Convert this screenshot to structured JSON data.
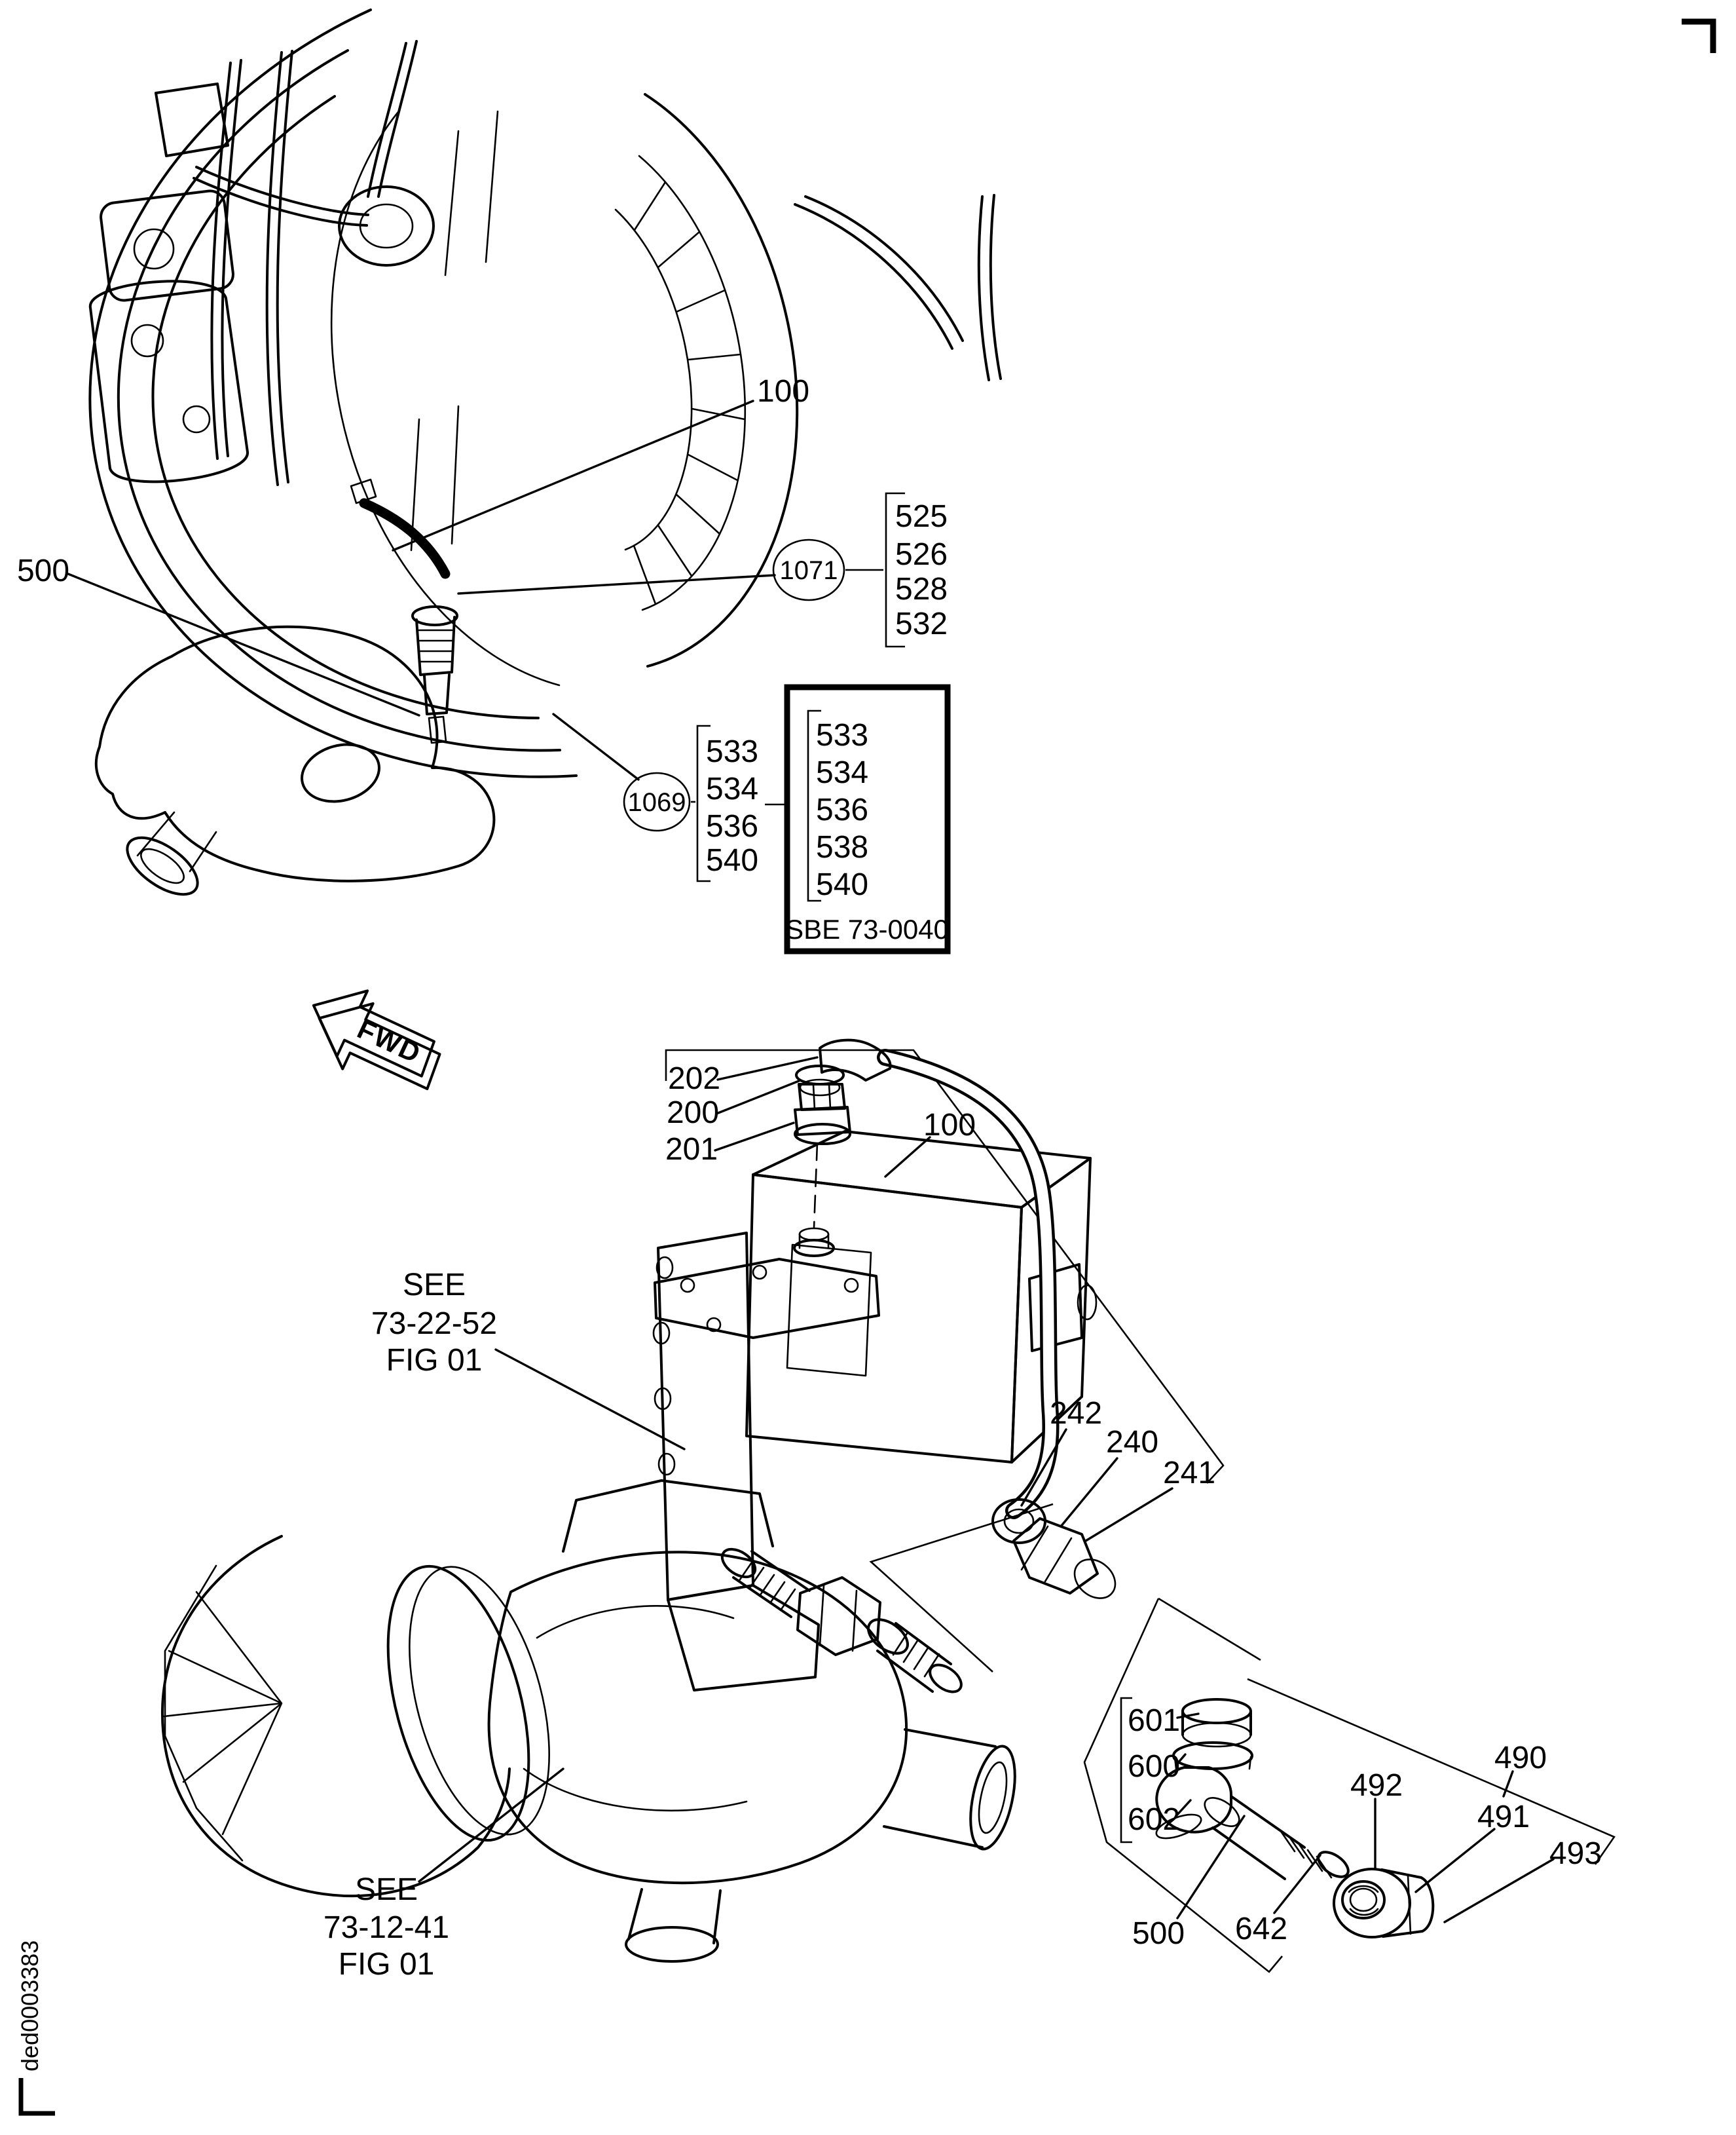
{
  "meta": {
    "doc_id": "ded0003383"
  },
  "fwd": {
    "label": "FWD"
  },
  "top_figure": {
    "callout_100": "100",
    "callout_500": "500",
    "balloon_1071": {
      "id": "1071",
      "items": [
        "525",
        "526",
        "528",
        "532"
      ]
    },
    "balloon_1069": {
      "id": "1069",
      "items": [
        "533",
        "534",
        "536",
        "540"
      ]
    },
    "ref_box": {
      "items": [
        "533",
        "534",
        "536",
        "538",
        "540"
      ],
      "code": "SBE 73-0040"
    }
  },
  "pump_figure": {
    "callouts": {
      "c202": "202",
      "c200": "200",
      "c201": "201",
      "c100": "100",
      "c242": "242",
      "c240": "240",
      "c241": "241"
    },
    "see_ref": {
      "line1": "SEE",
      "line2": "73-22-52",
      "line3": "FIG 01"
    }
  },
  "turbo_figure": {
    "see_ref": {
      "line1": "SEE",
      "line2": "73-12-41",
      "line3": "FIG 01"
    }
  },
  "hardware_figure": {
    "bracket_items": [
      "601",
      "600",
      "602"
    ],
    "callouts": {
      "c500": "500",
      "c642": "642",
      "c492": "492",
      "c490": "490",
      "c491": "491",
      "c493": "493"
    }
  }
}
